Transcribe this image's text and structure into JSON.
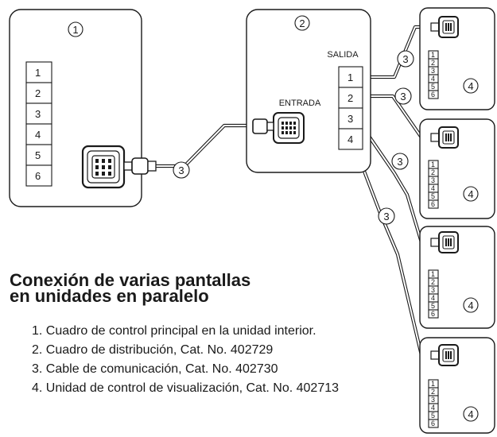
{
  "component_tags": [
    "1",
    "2",
    "3",
    "4"
  ],
  "main_board": {
    "terminals": [
      "1",
      "2",
      "3",
      "4",
      "5",
      "6"
    ]
  },
  "distributor": {
    "input_label": "ENTRADA",
    "output_label": "SALIDA",
    "outputs": [
      "1",
      "2",
      "3",
      "4"
    ]
  },
  "display_unit": {
    "terminals": [
      "1",
      "2",
      "3",
      "4",
      "5",
      "6"
    ]
  },
  "title": {
    "line1": "Conexión de varias pantallas",
    "line2": "en unidades en paralelo"
  },
  "legend": [
    "1. Cuadro de control principal en la unidad interior.",
    "2. Cuadro de distribución, Cat. No. 402729",
    "3. Cable de comunicación, Cat. No. 402730",
    "4. Unidad de control de visualización, Cat. No. 402713"
  ]
}
